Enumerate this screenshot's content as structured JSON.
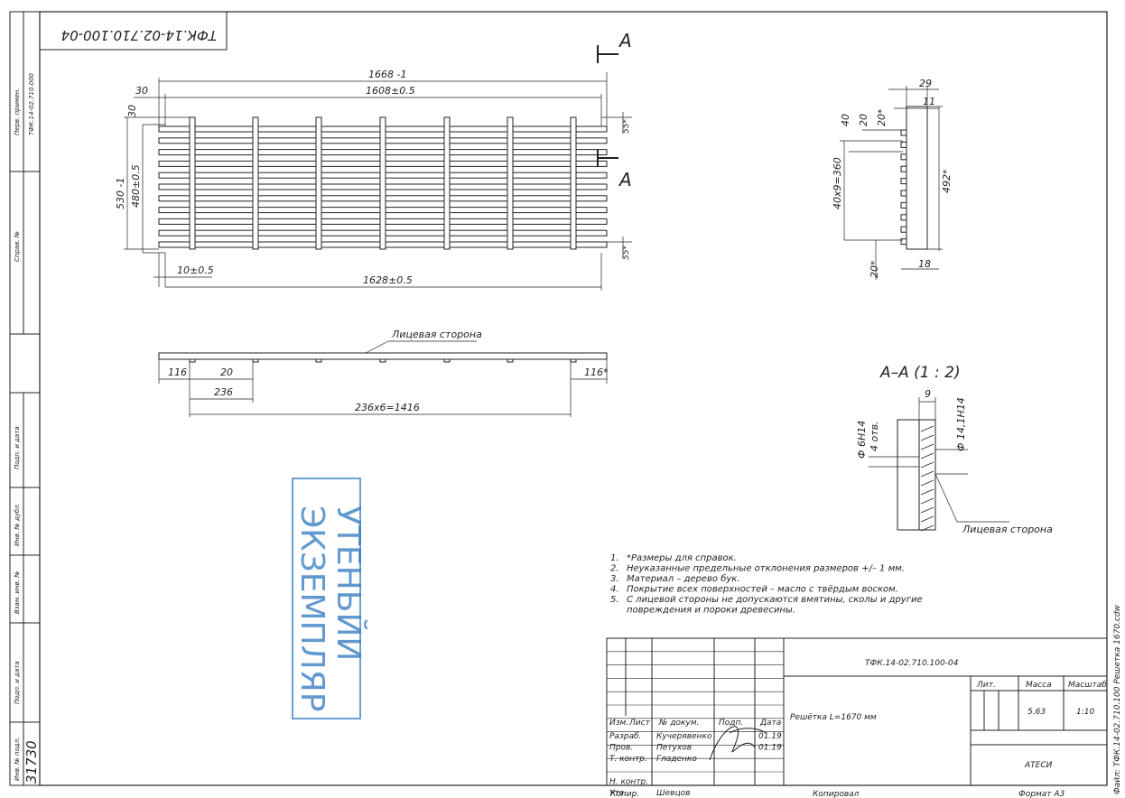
{
  "top_stamp": {
    "code": "ТФК.14-02.710.100-04"
  },
  "side_strip": {
    "cells": [
      "Перв. примен.",
      "ТФК.14-02.710.000",
      "Справ. №",
      "Подп. и дата",
      "Инв. № дубл.",
      "Взам. инв. №",
      "Подп. и дата",
      "Инв. № подл.",
      "31730"
    ]
  },
  "front_view": {
    "dims": {
      "overall": "1668 -1",
      "between": "1608±0.5",
      "left_offset": "30",
      "top_offset": "30",
      "height_outer": "530 -1",
      "height_inner": "480±0.5",
      "right_top": "55*",
      "right_bottom": "55*",
      "bottom_left": "10±0.5",
      "bottom_total": "1628±0.5"
    },
    "section_mark_top": "A",
    "section_mark_bottom": "A"
  },
  "top_view": {
    "face_label": "Лицевая сторона",
    "dims": {
      "left": "116",
      "slat": "20",
      "pitch": "236",
      "total": "236x6=1416",
      "right": "116*"
    }
  },
  "side_view": {
    "dims": {
      "top1": "29",
      "top2": "11",
      "d40": "40",
      "d20a": "20",
      "d20b": "20*",
      "pitch": "40x9=360",
      "total": "492*",
      "bottom20": "20*",
      "bottom18": "18"
    }
  },
  "section_view": {
    "title": "А–А (1 : 2)",
    "width": "9",
    "hole1": "Ф 6Н14",
    "hole1_count": "4 отв.",
    "hole2": "Ф 14,1Н14",
    "face_label": "Лицевая сторона"
  },
  "stamp": {
    "line1": "УТЕНЬЙИ",
    "line2": "ЭКЗЕМПЛЯР",
    "text": "УТЕНЬЙИ ЭКЗЕМПЛЯР"
  },
  "notes": [
    {
      "num": "1.",
      "text": "*Размеры для справок."
    },
    {
      "num": "2.",
      "text": "Неуказанные предельные отклонения размеров +/– 1 мм."
    },
    {
      "num": "3.",
      "text": "Материал – дерево бук."
    },
    {
      "num": "4.",
      "text": "Покрытие всех поверхностей – масло с твёрдым воском."
    },
    {
      "num": "5.",
      "text": "С лицевой стороны не допускаются вмятины, сколы и другие"
    },
    {
      "num": "",
      "text": "повреждения и пороки древесины."
    }
  ],
  "title_block": {
    "doc_code": "ТФК.14-02.710.100-04",
    "title": "Решётка L=1670 мм",
    "headers": {
      "izm": "Изм.",
      "list": "Лист",
      "doc": "№ докум.",
      "sign": "Подп.",
      "date": "Дата"
    },
    "lit_label": "Лит.",
    "mass_label": "Масса",
    "scale_label": "Масштаб",
    "mass": "5.63",
    "scale": "1:10",
    "company": "АТЕСИ",
    "roles": [
      {
        "role": "Разраб.",
        "name": "Кучерявенко",
        "date": "01.19"
      },
      {
        "role": "Пров.",
        "name": "Петухов",
        "date": "01.19"
      },
      {
        "role": "Т. контр.",
        "name": "Гладенко",
        "date": ""
      },
      {
        "role": "",
        "name": "",
        "date": ""
      },
      {
        "role": "Н. контр.",
        "name": "",
        "date": ""
      },
      {
        "role": "Утв.",
        "name": "Шевцов",
        "date": ""
      }
    ],
    "bottom_left": "Копир.",
    "bottom_mid": "Копировал",
    "bottom_right": "Формат А3",
    "right_margin": "Файл: ТФК.14-02.710.100 Решетка 1670.cdw"
  }
}
